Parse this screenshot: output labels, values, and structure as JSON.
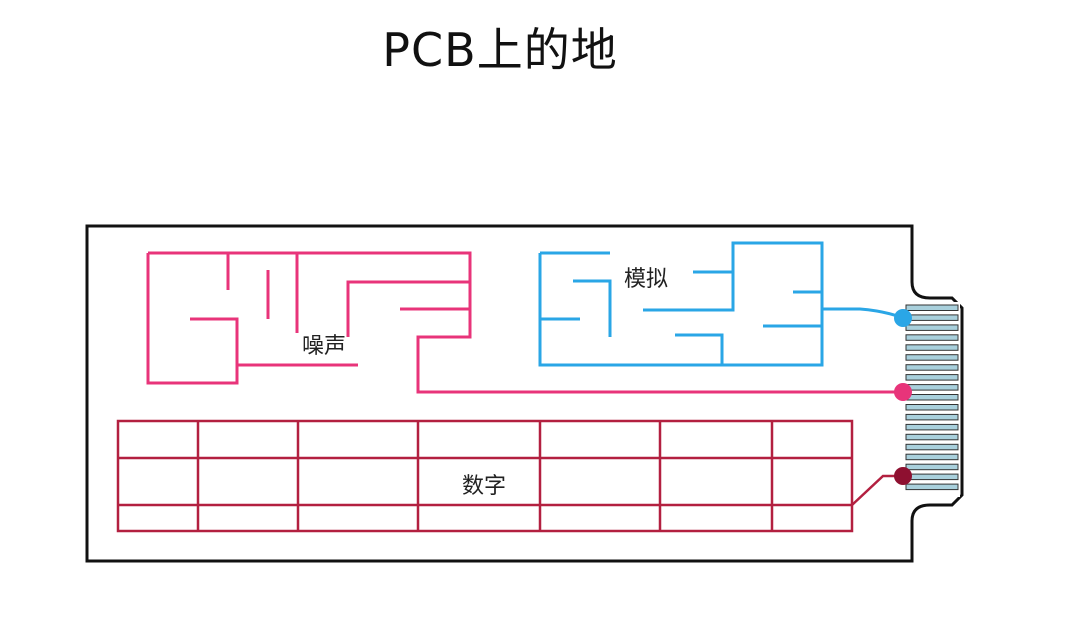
{
  "title": "PCB上的地",
  "regions": {
    "noise": {
      "label": "噪声",
      "color": "#e8347a"
    },
    "analog": {
      "label": "模拟",
      "color": "#2aa6e6"
    },
    "digital": {
      "label": "数字",
      "color": "#b32040"
    }
  },
  "board": {
    "outline_color": "#111111",
    "connector_fill": "#a9d0dc"
  },
  "connection_points": [
    {
      "name": "analog-ground-pin",
      "color": "#2aa6e6"
    },
    {
      "name": "noise-ground-pin",
      "color": "#e8347a"
    },
    {
      "name": "digital-ground-pin",
      "color": "#8e1030"
    }
  ]
}
